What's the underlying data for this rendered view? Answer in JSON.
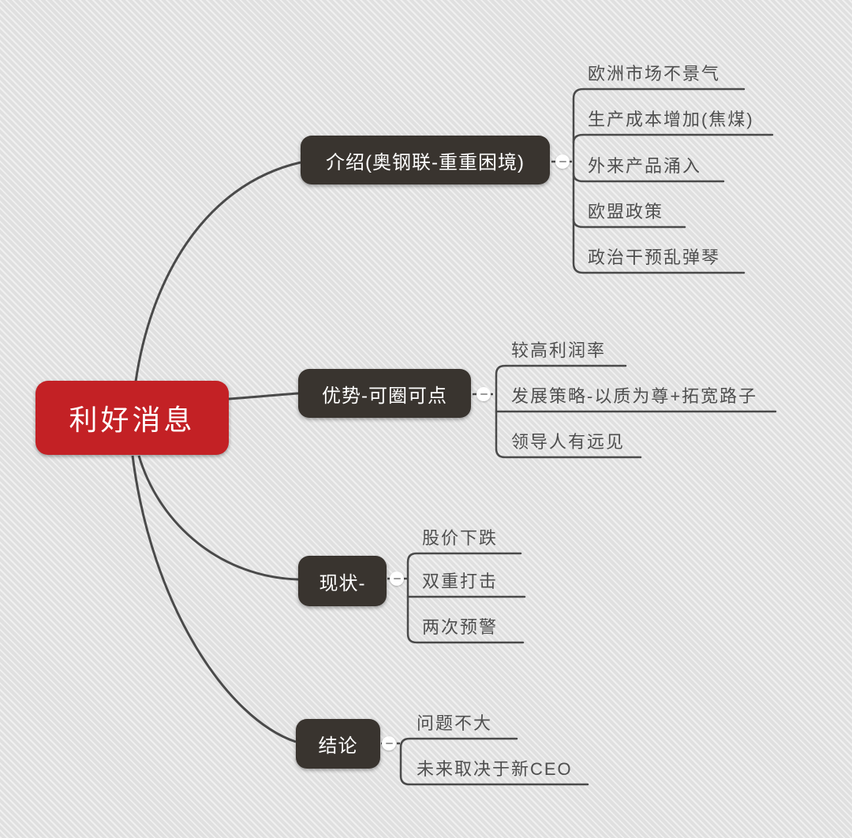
{
  "root": {
    "label": "利好消息"
  },
  "branches": [
    {
      "label": "介绍(奥钢联-重重困境)",
      "children": [
        "欧洲市场不景气",
        "生产成本增加(焦煤)",
        "外来产品涌入",
        "欧盟政策",
        "政治干预乱弹琴"
      ]
    },
    {
      "label": "优势-可圈可点",
      "children": [
        "较高利润率",
        "发展策略-以质为尊+拓宽路子",
        "领导人有远见"
      ]
    },
    {
      "label": "现状-",
      "children": [
        "股价下跌",
        "双重打击",
        "两次预警"
      ]
    },
    {
      "label": "结论",
      "children": [
        "问题不大",
        "未来取决于新CEO"
      ]
    }
  ],
  "colors": {
    "background": "#e3e3e3",
    "root_node": "#c32125",
    "branch_node": "#39342f",
    "line": "#4a4a4a",
    "leaf_text": "#4f4f4f",
    "node_text": "#ffffff"
  }
}
